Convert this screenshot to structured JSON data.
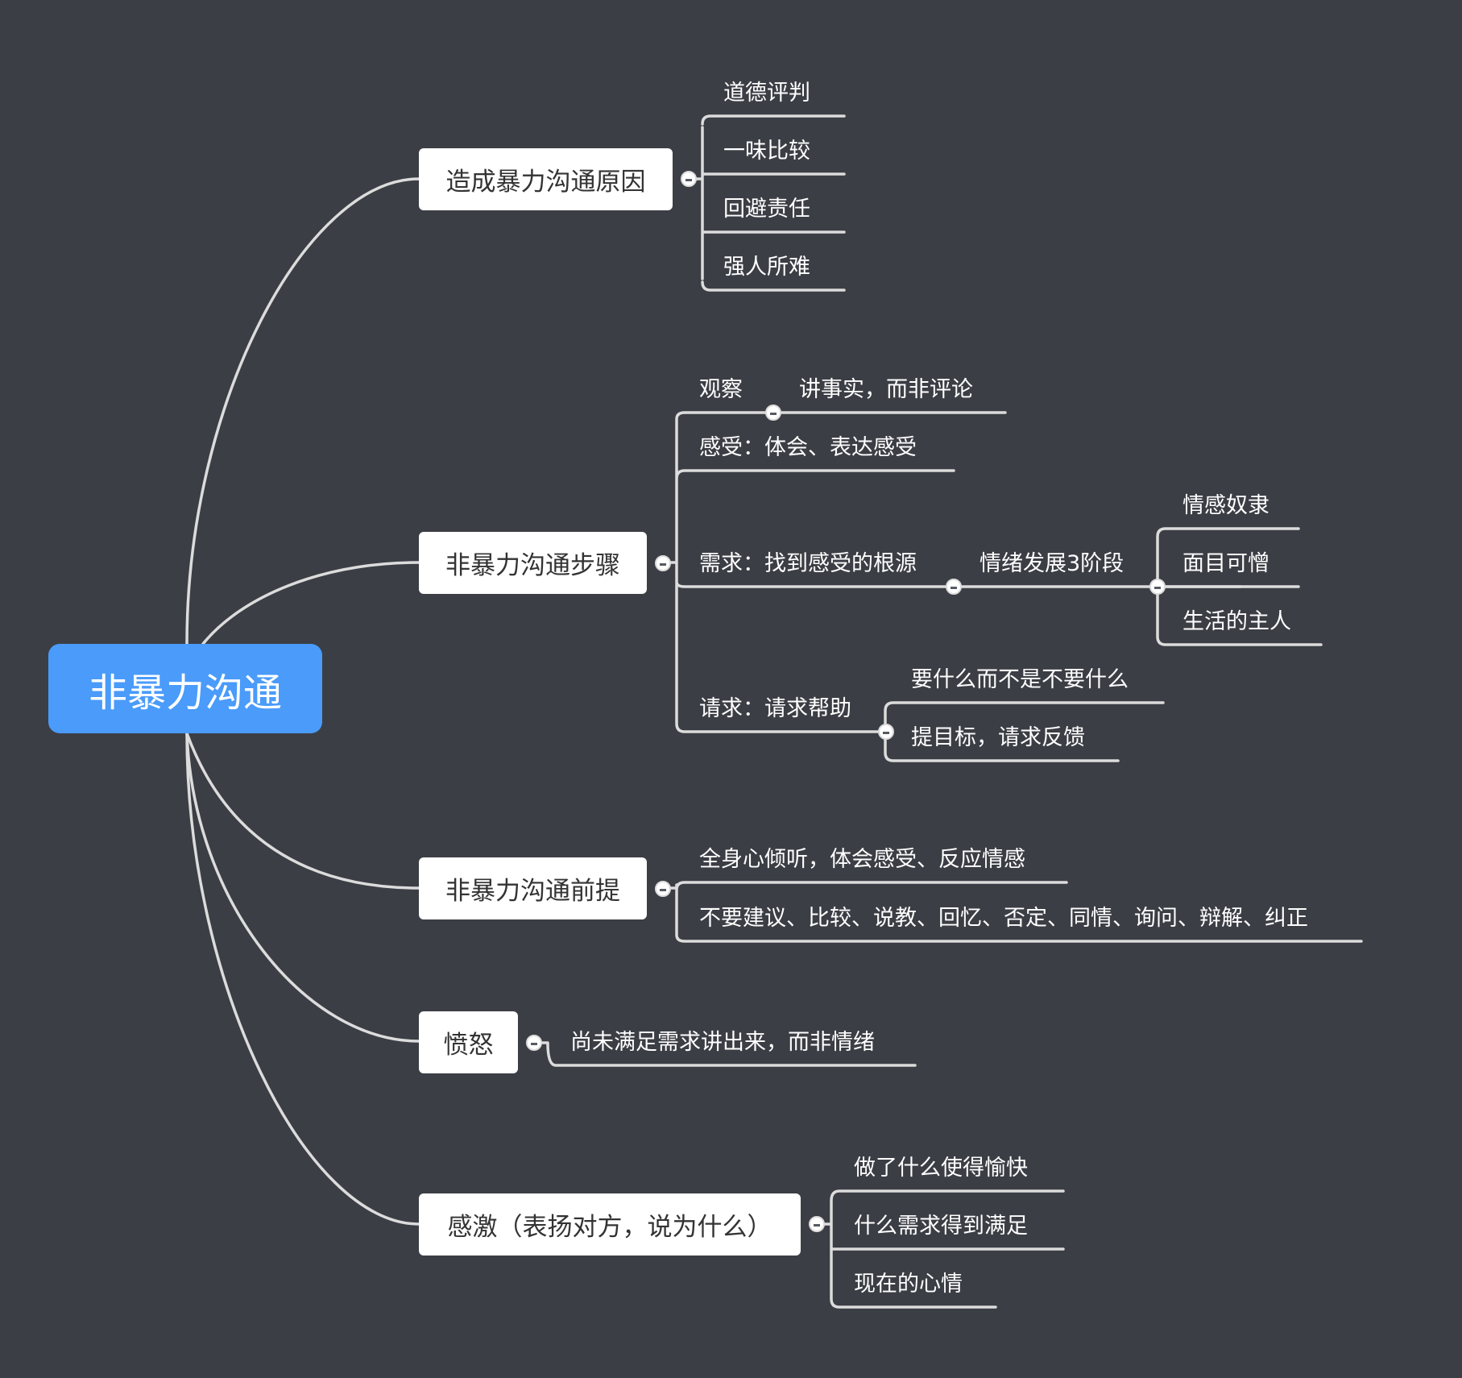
{
  "root": "非暴力沟通",
  "branches": [
    {
      "label": "造成暴力沟通原因",
      "children": [
        "道德评判",
        "一味比较",
        "回避责任",
        "强人所难"
      ]
    },
    {
      "label": "非暴力沟通步骤",
      "observe": "观察",
      "observe_child": "讲事实，而非评论",
      "feel": "感受：体会、表达感受",
      "need": "需求：找到感受的根源",
      "emotion": "情绪发展3阶段",
      "emotion_children": [
        "情感奴隶",
        "面目可憎",
        "生活的主人"
      ],
      "request": "请求：请求帮助",
      "request_children": [
        "要什么而不是不要什么",
        "提目标，请求反馈"
      ]
    },
    {
      "label": "非暴力沟通前提",
      "children": [
        "全身心倾听，体会感受、反应情感",
        "不要建议、比较、说教、回忆、否定、同情、询问、辩解、纠正"
      ]
    },
    {
      "label": "愤怒",
      "children": [
        "尚未满足需求讲出来，而非情绪"
      ]
    },
    {
      "label": "感激（表扬对方，说为什么）",
      "children": [
        "做了什么使得愉快",
        "什么需求得到满足",
        "现在的心情"
      ]
    }
  ]
}
